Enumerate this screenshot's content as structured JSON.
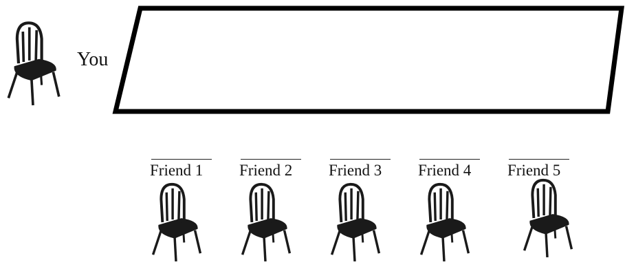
{
  "you": {
    "label": "You",
    "chair_icon": "chair-icon"
  },
  "table": {
    "shape": "parallelogram",
    "border_color": "#000000",
    "fill_color": "#ffffff"
  },
  "friends": [
    {
      "label": "Friend 1",
      "blank": "",
      "chair_icon": "chair-icon"
    },
    {
      "label": "Friend 2",
      "blank": "",
      "chair_icon": "chair-icon"
    },
    {
      "label": "Friend 3",
      "blank": "",
      "chair_icon": "chair-icon"
    },
    {
      "label": "Friend 4",
      "blank": "",
      "chair_icon": "chair-icon"
    },
    {
      "label": "Friend 5",
      "blank": "",
      "chair_icon": "chair-icon"
    }
  ],
  "colors": {
    "chair": "#1a1a1a",
    "text": "#111111"
  }
}
